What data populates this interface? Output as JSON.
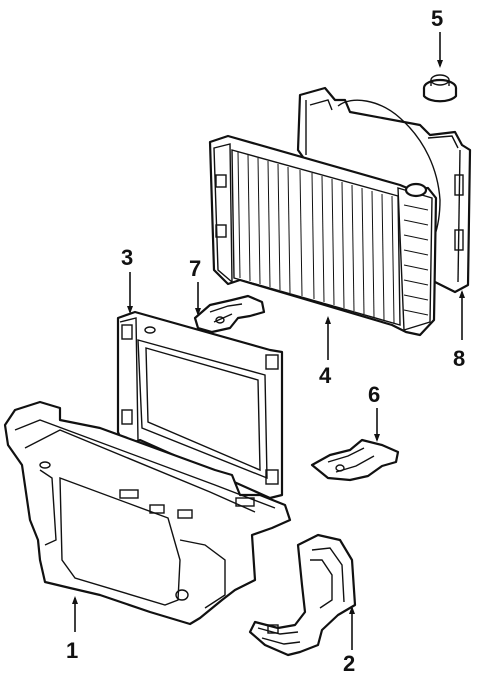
{
  "diagram": {
    "colors": {
      "ink": "#111111",
      "paper": "#ffffff"
    },
    "callouts": [
      {
        "id": "1",
        "label": "1"
      },
      {
        "id": "2",
        "label": "2"
      },
      {
        "id": "3",
        "label": "3"
      },
      {
        "id": "4",
        "label": "4"
      },
      {
        "id": "5",
        "label": "5"
      },
      {
        "id": "6",
        "label": "6"
      },
      {
        "id": "7",
        "label": "7"
      },
      {
        "id": "8",
        "label": "8"
      }
    ]
  }
}
